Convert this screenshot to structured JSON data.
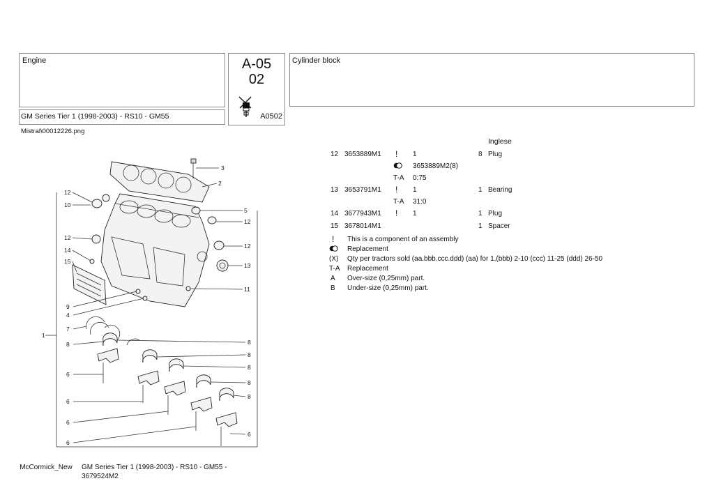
{
  "header": {
    "group_title": "Engine",
    "series_label": "GM Series Tier 1 (1998-2003) - RS10 - GM55",
    "code_top": "A-05",
    "code_bottom": "02",
    "code_ref": "A0502",
    "page_title": "Cylinder block"
  },
  "image_file": "Mistral\\00012226.png",
  "language": "Inglese",
  "parts": [
    {
      "ref": "12",
      "part_no": "3653889M1",
      "mark": "!",
      "comp_qty": "1",
      "qty": "8",
      "desc": "Plug"
    },
    {
      "ref": "",
      "part_no": "",
      "mark": "replacement",
      "comp_qty": "3653889M2(8)",
      "qty": "",
      "desc": ""
    },
    {
      "ref": "",
      "part_no": "",
      "mark": "T-A",
      "comp_qty": "0:75",
      "qty": "",
      "desc": ""
    },
    {
      "ref": "13",
      "part_no": "3653791M1",
      "mark": "!",
      "comp_qty": "1",
      "qty": "1",
      "desc": "Bearing"
    },
    {
      "ref": "",
      "part_no": "",
      "mark": "T-A",
      "comp_qty": "31:0",
      "qty": "",
      "desc": ""
    },
    {
      "ref": "14",
      "part_no": "3677943M1",
      "mark": "!",
      "comp_qty": "1",
      "qty": "1",
      "desc": "Plug"
    },
    {
      "ref": "15",
      "part_no": "3678014M1",
      "mark": "",
      "comp_qty": "",
      "qty": "1",
      "desc": "Spacer"
    }
  ],
  "legend": [
    {
      "symbol": "!",
      "text": "This is a component of an assembly"
    },
    {
      "symbol": "replacement",
      "text": "Replacement"
    },
    {
      "symbol": "(X)",
      "text": "Qty per tractors sold  (aa.bbb.ccc.ddd) (aa) for 1,(bbb) 2-10 (ccc) 11-25 (ddd) 26-50"
    },
    {
      "symbol": "T-A",
      "text": "Replacement"
    },
    {
      "symbol": "A",
      "text": "Over-size (0,25mm) part."
    },
    {
      "symbol": "B",
      "text": "Under-size (0,25mm) part."
    }
  ],
  "diagram": {
    "callouts_left": [
      "12",
      "10",
      "12",
      "14",
      "15",
      "9",
      "4",
      "7",
      "8",
      "6",
      "6",
      "6",
      "6"
    ],
    "callout_outer": "1",
    "callouts_right": [
      "3",
      "2",
      "5",
      "12",
      "12",
      "13",
      "11",
      "8",
      "8",
      "8",
      "8",
      "8",
      "6"
    ]
  },
  "footer": {
    "brand": "McCormick_New",
    "series": "GM Series Tier 1 (1998-2003) - RS10 - GM55 - 3679524M2"
  }
}
